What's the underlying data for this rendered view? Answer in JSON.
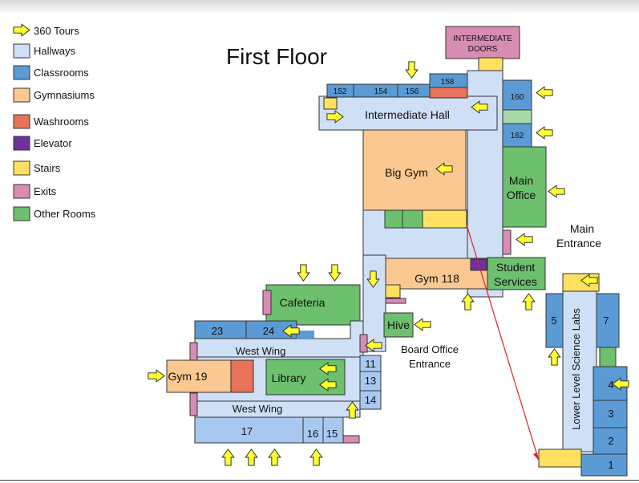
{
  "title": "First Floor",
  "colors": {
    "tour": "#ffff33",
    "hallway": "#cfe0f6",
    "classroom": "#5b9bd5",
    "gym": "#fac890",
    "washroom": "#e8735a",
    "elevator": "#7030a0",
    "stairs": "#ffe060",
    "exit": "#d98cb3",
    "other": "#6dc06d"
  },
  "legend": [
    {
      "label": "360 Tours",
      "color": "#ffff33",
      "icon": "arrow-icon"
    },
    {
      "label": "Hallways",
      "color": "#cfe0f6"
    },
    {
      "label": "Classrooms",
      "color": "#5b9bd5"
    },
    {
      "label": "Gymnasiums",
      "color": "#fac890"
    },
    {
      "label": "Washrooms",
      "color": "#e8735a"
    },
    {
      "label": "Elevator",
      "color": "#7030a0"
    },
    {
      "label": "Stairs",
      "color": "#ffe060"
    },
    {
      "label": "Exits",
      "color": "#d98cb3"
    },
    {
      "label": "Other Rooms",
      "color": "#6dc06d"
    }
  ],
  "labels": {
    "intermediate_doors_1": "INTERMEDIATE",
    "intermediate_doors_2": "DOORS",
    "intermediate_hall": "Intermediate Hall",
    "big_gym": "Big Gym",
    "main_office_1": "Main",
    "main_office_2": "Office",
    "main_entrance_1": "Main",
    "main_entrance_2": "Entrance",
    "student_services_1": "Student",
    "student_services_2": "Services",
    "gym_118": "Gym 118",
    "cafeteria": "Cafeteria",
    "hive": "Hive",
    "board_office_1": "Board Office",
    "board_office_2": "Entrance",
    "west_wing_upper": "West Wing",
    "west_wing_lower": "West Wing",
    "gym_19": "Gym 19",
    "library": "Library",
    "lower_level_science_labs": "Lower Level Science Labs"
  },
  "rooms": {
    "r152": "152",
    "r154": "154",
    "r156": "156",
    "r158": "158",
    "r160": "160",
    "r162": "162",
    "r23": "23",
    "r24": "24",
    "r11": "11",
    "r13": "13",
    "r14": "14",
    "r17": "17",
    "r16": "16",
    "r15": "15",
    "r5": "5",
    "r7": "7",
    "r4": "4",
    "r3": "3",
    "r2": "2",
    "r1": "1"
  }
}
